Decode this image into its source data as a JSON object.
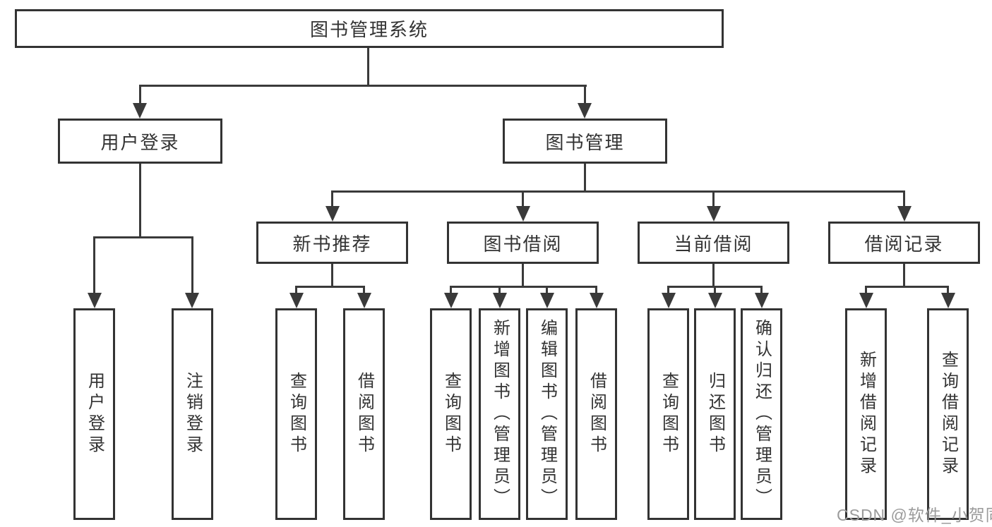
{
  "diagram": {
    "root": "图书管理系统",
    "level2": {
      "user_login": "用户登录",
      "book_mgmt": "图书管理"
    },
    "level3": {
      "new_book_rec": "新书推荐",
      "book_borrow": "图书借阅",
      "current_borrow": "当前借阅",
      "borrow_records": "借阅记录"
    },
    "leaves": {
      "user_login": "用户登录",
      "logout": "注销登录",
      "rec_query_books": "查询图书",
      "rec_borrow_books": "借阅图书",
      "bb_query_books": "查询图书",
      "bb_add_books_admin": "新增图书（管理员）",
      "bb_edit_books_admin": "编辑图书（管理员）",
      "bb_borrow_books": "借阅图书",
      "cb_query_books": "查询图书",
      "cb_return_books": "归还图书",
      "cb_confirm_return_admin": "确认归还（管理员）",
      "br_add_record": "新增借阅记录",
      "br_query_record": "查询借阅记录"
    }
  },
  "watermark": "CSDN @软件_小贺同学",
  "colors": {
    "line": "#3a3a3a",
    "box_border": "#333333",
    "text": "#333333",
    "watermark": "#9b9b9b",
    "background": "#ffffff"
  }
}
